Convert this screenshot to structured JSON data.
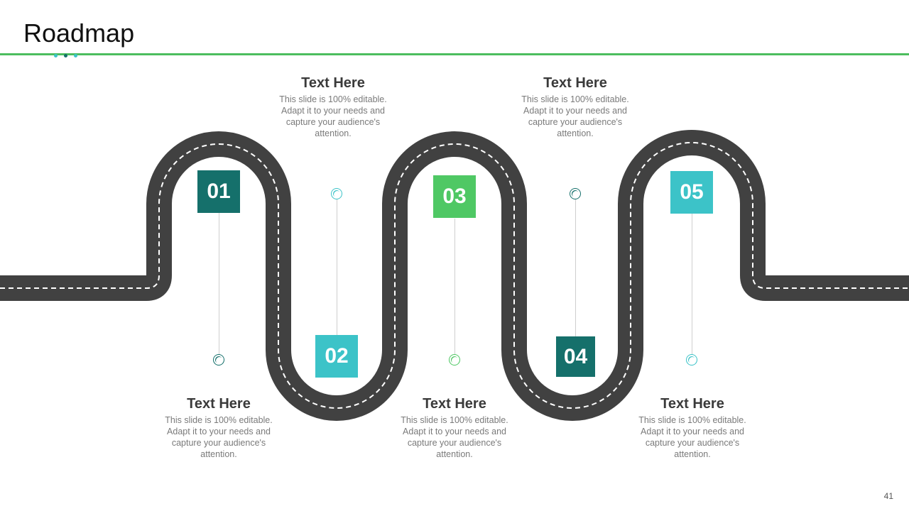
{
  "slide": {
    "title": "Roadmap",
    "page_number": "41"
  },
  "colors": {
    "accent_green": "#4cbd5e",
    "road": "#414141",
    "dark_teal": "#15706b",
    "teal": "#3cc3c8",
    "green": "#4fc864"
  },
  "steps": [
    {
      "number": "01",
      "heading": "Text Here",
      "body": "This slide is 100% editable. Adapt it to your needs and capture your audience's attention.",
      "color": "#15706b"
    },
    {
      "number": "02",
      "heading": "Text Here",
      "body": "This slide is 100% editable. Adapt it to your needs and capture your audience's attention.",
      "color": "#3cc3c8"
    },
    {
      "number": "03",
      "heading": "Text Here",
      "body": "This slide is 100% editable. Adapt it to your needs and capture your audience's attention.",
      "color": "#4fc864"
    },
    {
      "number": "04",
      "heading": "Text Here",
      "body": "This slide is 100% editable. Adapt it to your needs and capture your audience's attention.",
      "color": "#15706b"
    },
    {
      "number": "05",
      "heading": "Text Here",
      "body": "This slide is 100% editable. Adapt it to your needs and capture your audience's attention.",
      "color": "#3cc3c8"
    }
  ]
}
